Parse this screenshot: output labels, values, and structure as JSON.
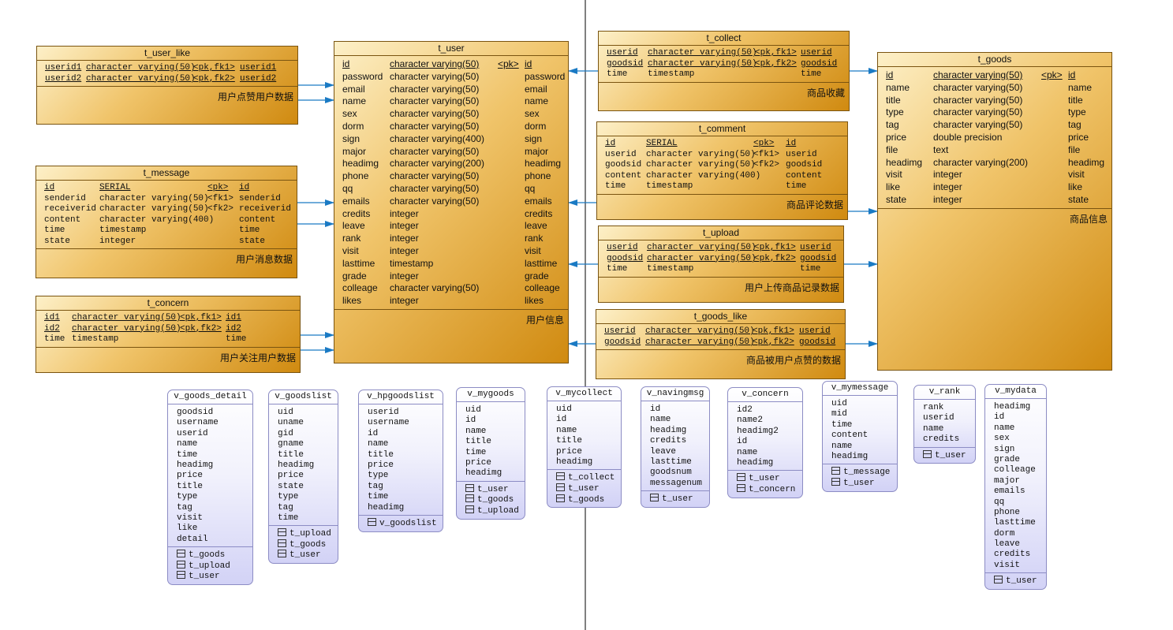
{
  "tables": [
    {
      "name": "t_user",
      "caption": "用户信息",
      "rows": [
        {
          "col": "id",
          "type": "character varying(50)",
          "key": "<pk>",
          "ref": "id",
          "u": true
        },
        {
          "col": "password",
          "type": "character varying(50)",
          "key": "",
          "ref": "password"
        },
        {
          "col": "email",
          "type": "character varying(50)",
          "key": "",
          "ref": "email"
        },
        {
          "col": "name",
          "type": "character varying(50)",
          "key": "",
          "ref": "name"
        },
        {
          "col": "sex",
          "type": "character varying(50)",
          "key": "",
          "ref": "sex"
        },
        {
          "col": "dorm",
          "type": "character varying(50)",
          "key": "",
          "ref": "dorm"
        },
        {
          "col": "sign",
          "type": "character varying(400)",
          "key": "",
          "ref": "sign"
        },
        {
          "col": "major",
          "type": "character varying(50)",
          "key": "",
          "ref": "major"
        },
        {
          "col": "headimg",
          "type": "character varying(200)",
          "key": "",
          "ref": "headimg"
        },
        {
          "col": "phone",
          "type": "character varying(50)",
          "key": "",
          "ref": "phone"
        },
        {
          "col": "qq",
          "type": "character varying(50)",
          "key": "",
          "ref": "qq"
        },
        {
          "col": "emails",
          "type": "character varying(50)",
          "key": "",
          "ref": "emails"
        },
        {
          "col": "credits",
          "type": "integer",
          "key": "",
          "ref": "credits"
        },
        {
          "col": "leave",
          "type": "integer",
          "key": "",
          "ref": "leave"
        },
        {
          "col": "rank",
          "type": "integer",
          "key": "",
          "ref": "rank"
        },
        {
          "col": "visit",
          "type": "integer",
          "key": "",
          "ref": "visit"
        },
        {
          "col": "lasttime",
          "type": "timestamp",
          "key": "",
          "ref": "lasttime"
        },
        {
          "col": "grade",
          "type": "integer",
          "key": "",
          "ref": "grade"
        },
        {
          "col": "colleage",
          "type": "character varying(50)",
          "key": "",
          "ref": "colleage"
        },
        {
          "col": "likes",
          "type": "integer",
          "key": "",
          "ref": "likes"
        }
      ]
    },
    {
      "name": "t_user_like",
      "caption": "用户点赞用户数据",
      "rows": [
        {
          "col": "userid1",
          "type": "character varying(50)",
          "key": "<pk,fk1>",
          "ref": "userid1",
          "u": true
        },
        {
          "col": "userid2",
          "type": "character varying(50)",
          "key": "<pk,fk2>",
          "ref": "userid2",
          "u": true
        }
      ]
    },
    {
      "name": "t_message",
      "caption": "用户消息数据",
      "rows": [
        {
          "col": "id",
          "type": "SERIAL",
          "key": "<pk>",
          "ref": "id",
          "u": true
        },
        {
          "col": "senderid",
          "type": "character varying(50)",
          "key": "<fk1>",
          "ref": "senderid"
        },
        {
          "col": "receiverid",
          "type": "character varying(50)",
          "key": "<fk2>",
          "ref": "receiverid"
        },
        {
          "col": "content",
          "type": "character varying(400)",
          "key": "",
          "ref": "content"
        },
        {
          "col": "time",
          "type": "timestamp",
          "key": "",
          "ref": "time"
        },
        {
          "col": "state",
          "type": "integer",
          "key": "",
          "ref": "state"
        }
      ]
    },
    {
      "name": "t_concern",
      "caption": "用户关注用户数据",
      "rows": [
        {
          "col": "id1",
          "type": "character varying(50)",
          "key": "<pk,fk1>",
          "ref": "id1",
          "u": true
        },
        {
          "col": "id2",
          "type": "character varying(50)",
          "key": "<pk,fk2>",
          "ref": "id2",
          "u": true
        },
        {
          "col": "time",
          "type": "timestamp",
          "key": "",
          "ref": "time"
        }
      ]
    },
    {
      "name": "t_collect",
      "caption": "商品收藏",
      "rows": [
        {
          "col": "userid",
          "type": "character varying(50)",
          "key": "<pk,fk1>",
          "ref": "userid",
          "u": true
        },
        {
          "col": "goodsid",
          "type": "character varying(50)",
          "key": "<pk,fk2>",
          "ref": "goodsid",
          "u": true
        },
        {
          "col": "time",
          "type": "timestamp",
          "key": "",
          "ref": "time"
        }
      ]
    },
    {
      "name": "t_comment",
      "caption": "商品评论数据",
      "rows": [
        {
          "col": "id",
          "type": "SERIAL",
          "key": "<pk>",
          "ref": "id",
          "u": true
        },
        {
          "col": "userid",
          "type": "character varying(50)",
          "key": "<fk1>",
          "ref": "userid"
        },
        {
          "col": "goodsid",
          "type": "character varying(50)",
          "key": "<fk2>",
          "ref": "goodsid"
        },
        {
          "col": "content",
          "type": "character varying(400)",
          "key": "",
          "ref": "content"
        },
        {
          "col": "time",
          "type": "timestamp",
          "key": "",
          "ref": "time"
        }
      ]
    },
    {
      "name": "t_upload",
      "caption": "用户上传商品记录数据",
      "rows": [
        {
          "col": "userid",
          "type": "character varying(50)",
          "key": "<pk,fk1>",
          "ref": "userid",
          "u": true
        },
        {
          "col": "goodsid",
          "type": "character varying(50)",
          "key": "<pk,fk2>",
          "ref": "goodsid",
          "u": true
        },
        {
          "col": "time",
          "type": "timestamp",
          "key": "",
          "ref": "time"
        }
      ]
    },
    {
      "name": "t_goods_like",
      "caption": "商品被用户点赞的数据",
      "rows": [
        {
          "col": "userid",
          "type": "character varying(50)",
          "key": "<pk,fk1>",
          "ref": "userid",
          "u": true
        },
        {
          "col": "goodsid",
          "type": "character varying(50)",
          "key": "<pk,fk2>",
          "ref": "goodsid",
          "u": true
        }
      ]
    },
    {
      "name": "t_goods",
      "caption": "商品信息",
      "rows": [
        {
          "col": "id",
          "type": "character varying(50)",
          "key": "<pk>",
          "ref": "id",
          "u": true
        },
        {
          "col": "name",
          "type": "character varying(50)",
          "key": "",
          "ref": "name"
        },
        {
          "col": "title",
          "type": "character varying(50)",
          "key": "",
          "ref": "title"
        },
        {
          "col": "type",
          "type": "character varying(50)",
          "key": "",
          "ref": "type"
        },
        {
          "col": "tag",
          "type": "character varying(50)",
          "key": "",
          "ref": "tag"
        },
        {
          "col": "price",
          "type": "double precision",
          "key": "",
          "ref": "price"
        },
        {
          "col": "file",
          "type": "text",
          "key": "",
          "ref": "file"
        },
        {
          "col": "headimg",
          "type": "character varying(200)",
          "key": "",
          "ref": "headimg"
        },
        {
          "col": "visit",
          "type": "integer",
          "key": "",
          "ref": "visit"
        },
        {
          "col": "like",
          "type": "integer",
          "key": "",
          "ref": "like"
        },
        {
          "col": "state",
          "type": "integer",
          "key": "",
          "ref": "state"
        }
      ]
    }
  ],
  "views": [
    {
      "name": "v_goods_detail",
      "cols": [
        "goodsid",
        "username",
        "userid",
        "name",
        "time",
        "headimg",
        "price",
        "title",
        "type",
        "tag",
        "visit",
        "like",
        "detail"
      ],
      "deps": [
        "t_goods",
        "t_upload",
        "t_user"
      ]
    },
    {
      "name": "v_goodslist",
      "cols": [
        "uid",
        "uname",
        "gid",
        "gname",
        "title",
        "headimg",
        "price",
        "state",
        "type",
        "tag",
        "time"
      ],
      "deps": [
        "t_upload",
        "t_goods",
        "t_user"
      ]
    },
    {
      "name": "v_hpgoodslist",
      "cols": [
        "userid",
        "username",
        "id",
        "name",
        "title",
        "price",
        "type",
        "tag",
        "time",
        "headimg"
      ],
      "deps": [
        "v_goodslist"
      ]
    },
    {
      "name": "v_mygoods",
      "cols": [
        "uid",
        "id",
        "name",
        "title",
        "time",
        "price",
        "headimg"
      ],
      "deps": [
        "t_user",
        "t_goods",
        "t_upload"
      ]
    },
    {
      "name": "v_mycollect",
      "cols": [
        "uid",
        "id",
        "name",
        "title",
        "price",
        "headimg"
      ],
      "deps": [
        "t_collect",
        "t_user",
        "t_goods"
      ]
    },
    {
      "name": "v_navingmsg",
      "cols": [
        "id",
        "name",
        "headimg",
        "credits",
        "leave",
        "lasttime",
        "goodsnum",
        "messagenum"
      ],
      "deps": [
        "t_user"
      ]
    },
    {
      "name": "v_concern",
      "cols": [
        "id2",
        "name2",
        "headimg2",
        "id",
        "name",
        "headimg"
      ],
      "deps": [
        "t_user",
        "t_concern"
      ]
    },
    {
      "name": "v_mymessage",
      "cols": [
        "uid",
        "mid",
        "time",
        "content",
        "name",
        "headimg"
      ],
      "deps": [
        "t_message",
        "t_user"
      ]
    },
    {
      "name": "v_rank",
      "cols": [
        "rank",
        "userid",
        "name",
        "credits"
      ],
      "deps": [
        "t_user"
      ]
    },
    {
      "name": "v_mydata",
      "cols": [
        "headimg",
        "id",
        "name",
        "sex",
        "sign",
        "grade",
        "colleage",
        "major",
        "emails",
        "qq",
        "phone",
        "lasttime",
        "dorm",
        "leave",
        "credits",
        "visit"
      ],
      "deps": [
        "t_user"
      ]
    }
  ],
  "colors": {
    "table_fill_light": "#fdf0c8",
    "table_fill_dark": "#d08a10",
    "table_border": "#7a5410",
    "view_border": "#8c8cc4",
    "view_fill": "#d2d2f6",
    "arrow": "#1a7ac4"
  }
}
